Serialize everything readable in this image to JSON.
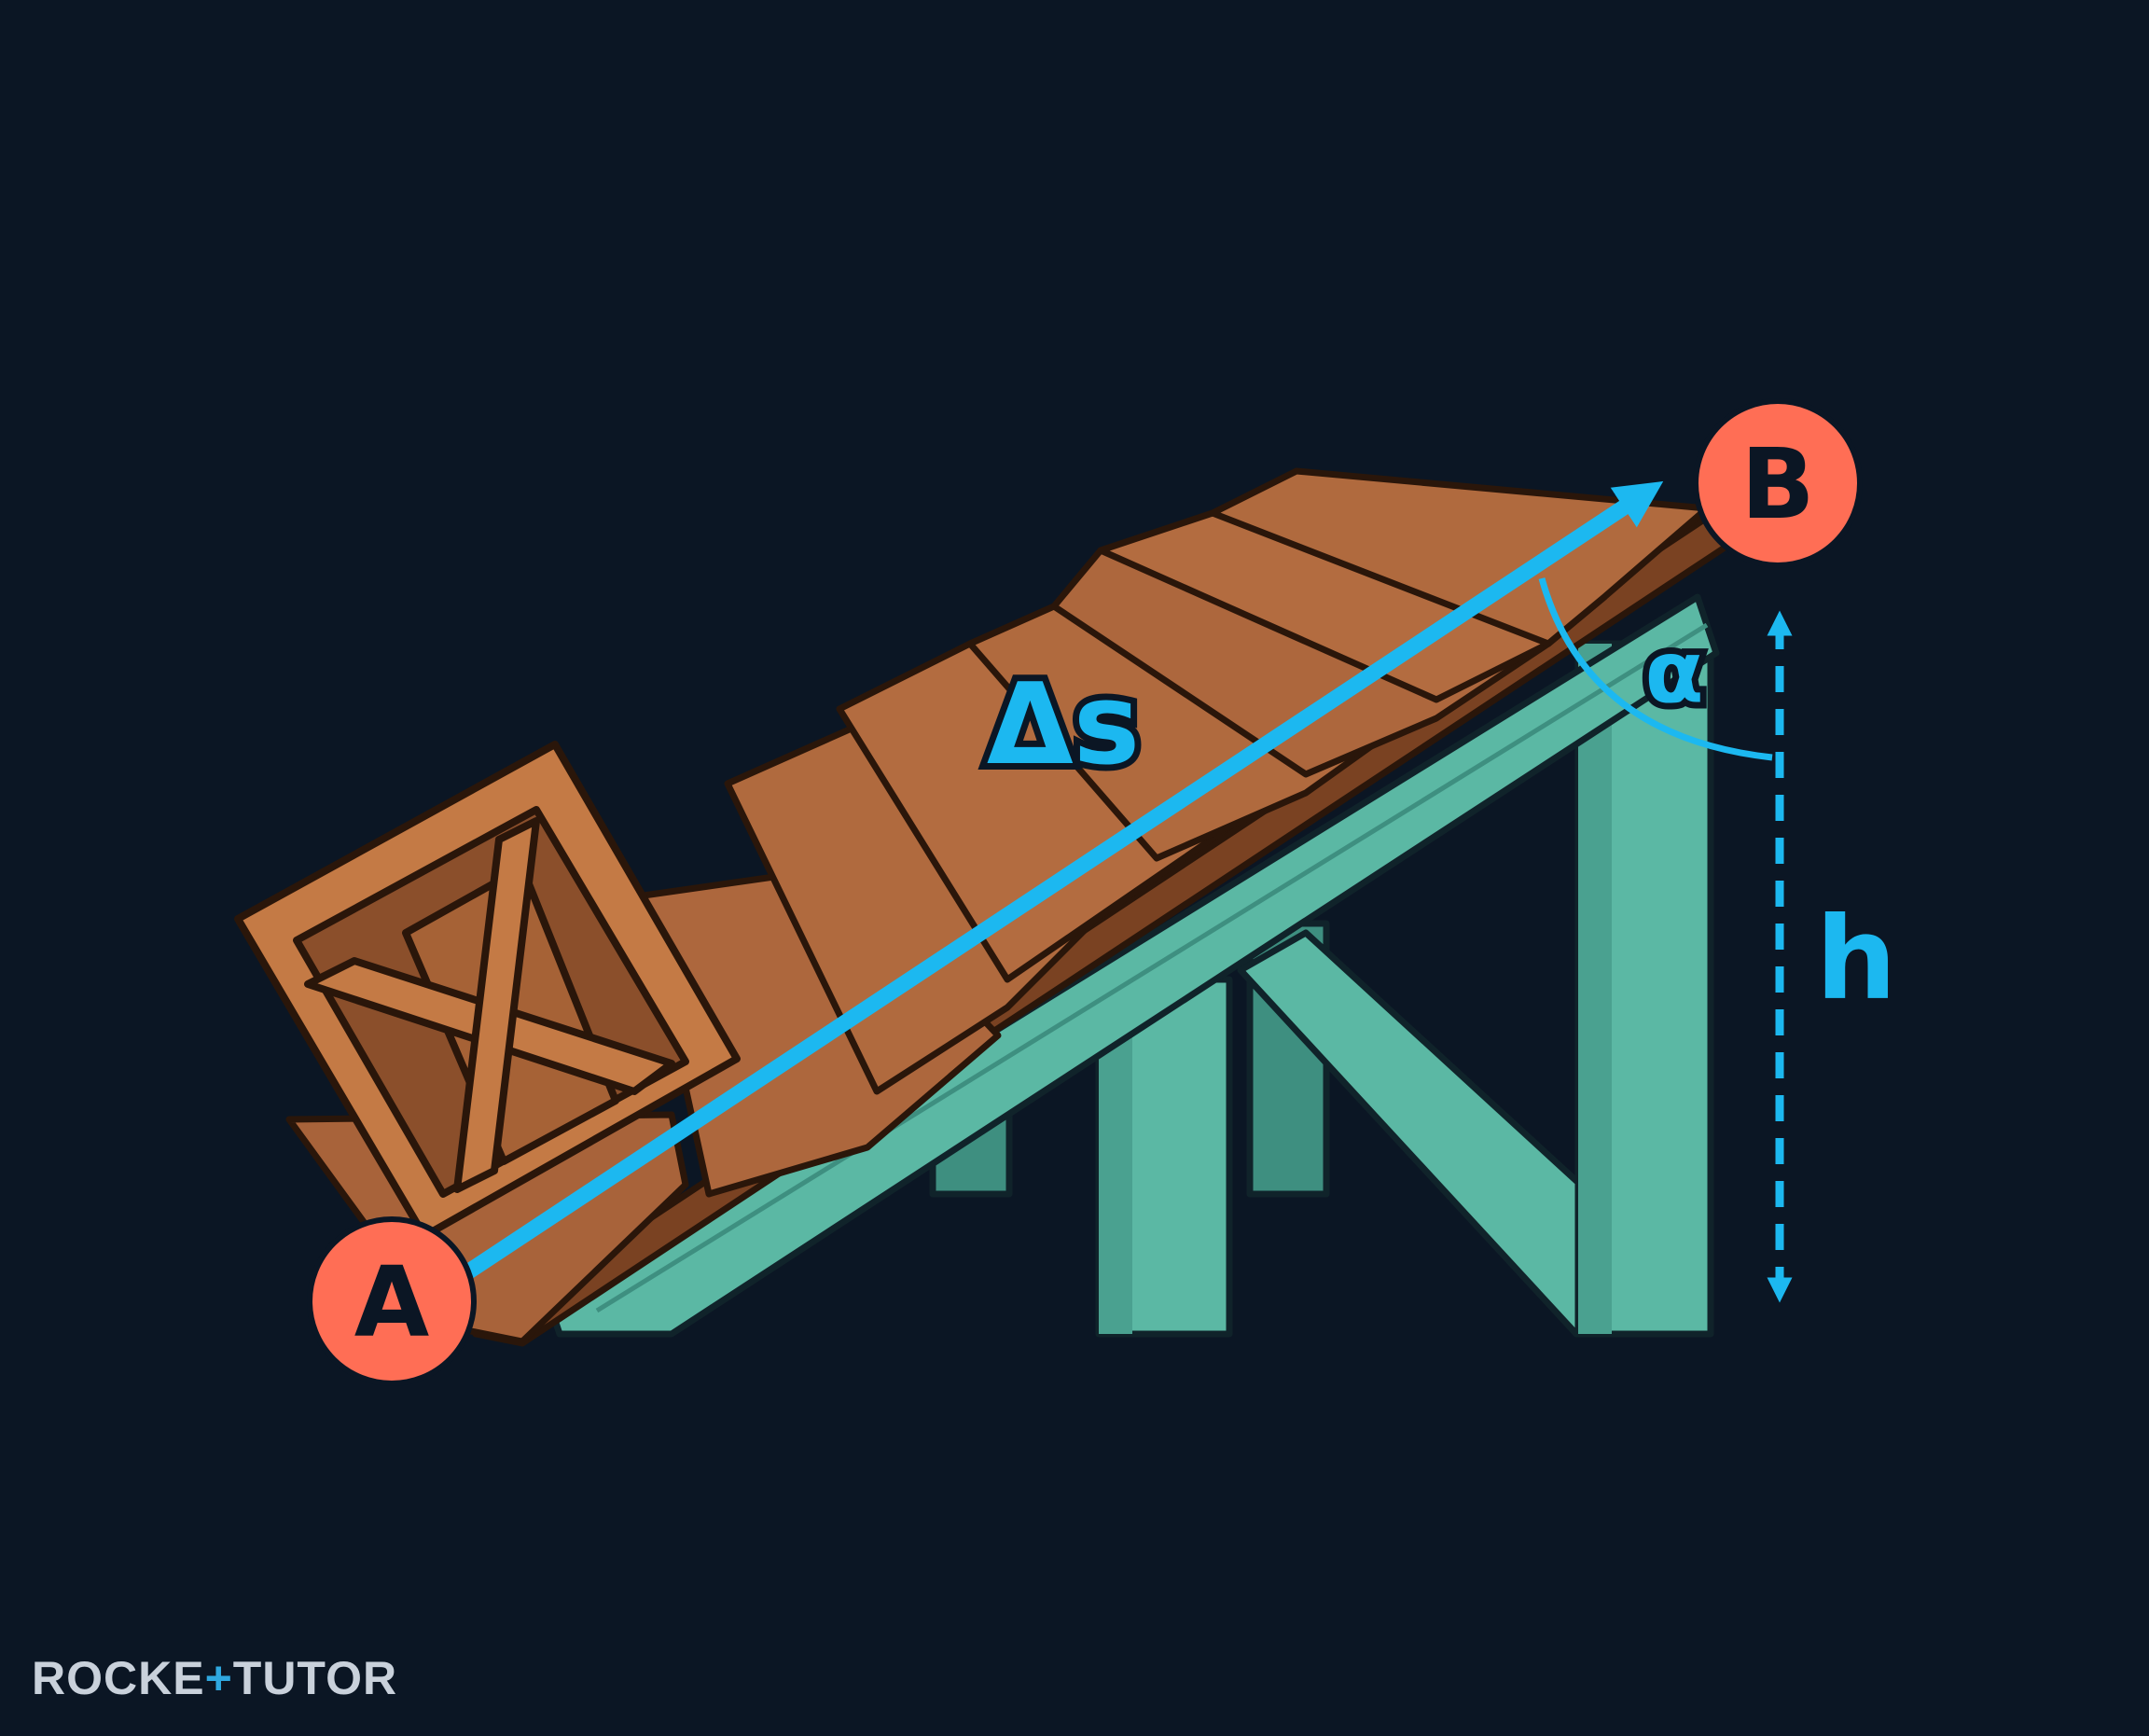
{
  "diagram": {
    "point_a": "A",
    "point_b": "B",
    "displacement_label": "Δs",
    "angle_label": "α",
    "height_label": "h"
  },
  "logo": {
    "left": "ROCKE",
    "mid": "+",
    "right": "TUTOR"
  },
  "colors": {
    "background": "#0b1624",
    "arrow": "#1cb8f0",
    "point": "#ff6e55",
    "wood": "#b06a3e",
    "support": "#5bb8a4"
  }
}
